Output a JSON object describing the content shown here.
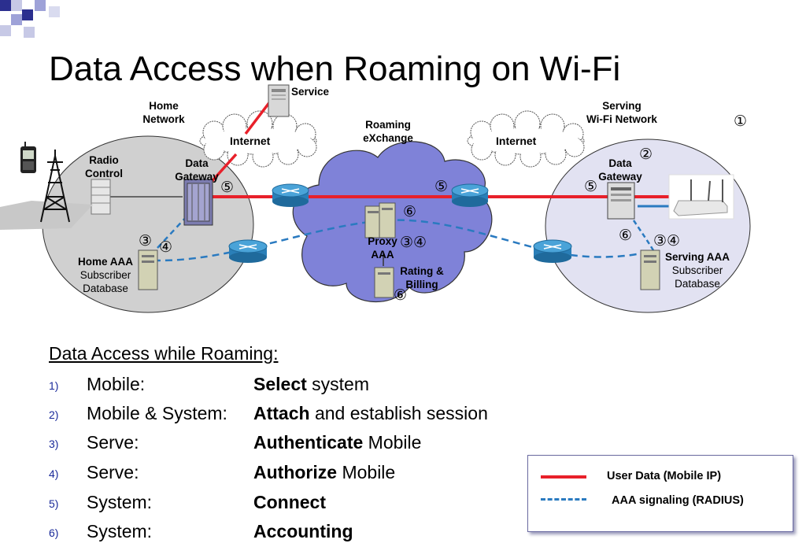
{
  "title": "Data Access when Roaming on Wi-Fi",
  "diagram": {
    "home_network_label": [
      "Home",
      "Network"
    ],
    "serving_network_label": [
      "Serving",
      "Wi-Fi Network"
    ],
    "roaming_exchange_label": [
      "Roaming",
      "eXchange"
    ],
    "service_label": "Service",
    "internet_left": "Internet",
    "internet_right": "Internet",
    "radio_control_label": [
      "Radio",
      "Control"
    ],
    "home_gateway_label": [
      "Data",
      "Gateway"
    ],
    "serving_gateway_label": [
      "Data",
      "Gateway"
    ],
    "proxy_aaa_label": [
      "Proxy",
      "AAA"
    ],
    "rating_billing_label": [
      "Rating &",
      "Billing"
    ],
    "home_aaa_title": "Home AAA",
    "home_aaa_sub": [
      "Subscriber",
      "Database"
    ],
    "serving_aaa_title": "Serving AAA",
    "serving_aaa_sub": [
      "Subscriber",
      "Database"
    ],
    "markers": {
      "serving_top": "①",
      "serving_gateway": "②",
      "serving_gateway_connect": "⑤",
      "serving_account": "⑥",
      "serving_aaa": "③④",
      "home_gateway_connect": "⑤",
      "home_aaa_3": "③",
      "home_aaa_4": "④",
      "exchange_connect": "⑤",
      "exchange_account": "⑥",
      "proxy": "③④",
      "billing": "⑥"
    }
  },
  "steps_heading": "Data Access while Roaming:",
  "steps": [
    {
      "index": "1)",
      "actor": "Mobile:",
      "action_bold": "Select",
      "action_rest": " system"
    },
    {
      "index": "2)",
      "actor": "Mobile & System:",
      "action_bold": "Attach",
      "action_rest": " and establish session"
    },
    {
      "index": "3)",
      "actor": "Serve:",
      "action_bold": "Authenticate",
      "action_rest": " Mobile"
    },
    {
      "index": "4)",
      "actor": "Serve:",
      "action_bold": "Authorize",
      "action_rest": " Mobile"
    },
    {
      "index": "5)",
      "actor": "System:",
      "action_bold": "Connect",
      "action_rest": ""
    },
    {
      "index": "6)",
      "actor": "System:",
      "action_bold": "Accounting",
      "action_rest": ""
    }
  ],
  "legend": {
    "user_data": "User Data (Mobile IP)",
    "aaa_signaling": "AAA signaling (RADIUS)",
    "user_data_color": "#e8202a",
    "aaa_color": "#2a7ac0"
  },
  "colors": {
    "exchange_fill": "#7f82d8",
    "home_fill": "#d0d0d0",
    "serving_fill": "#e2e2f2",
    "accent_squares": [
      "#2b2f8f",
      "#9ea2d8"
    ]
  }
}
